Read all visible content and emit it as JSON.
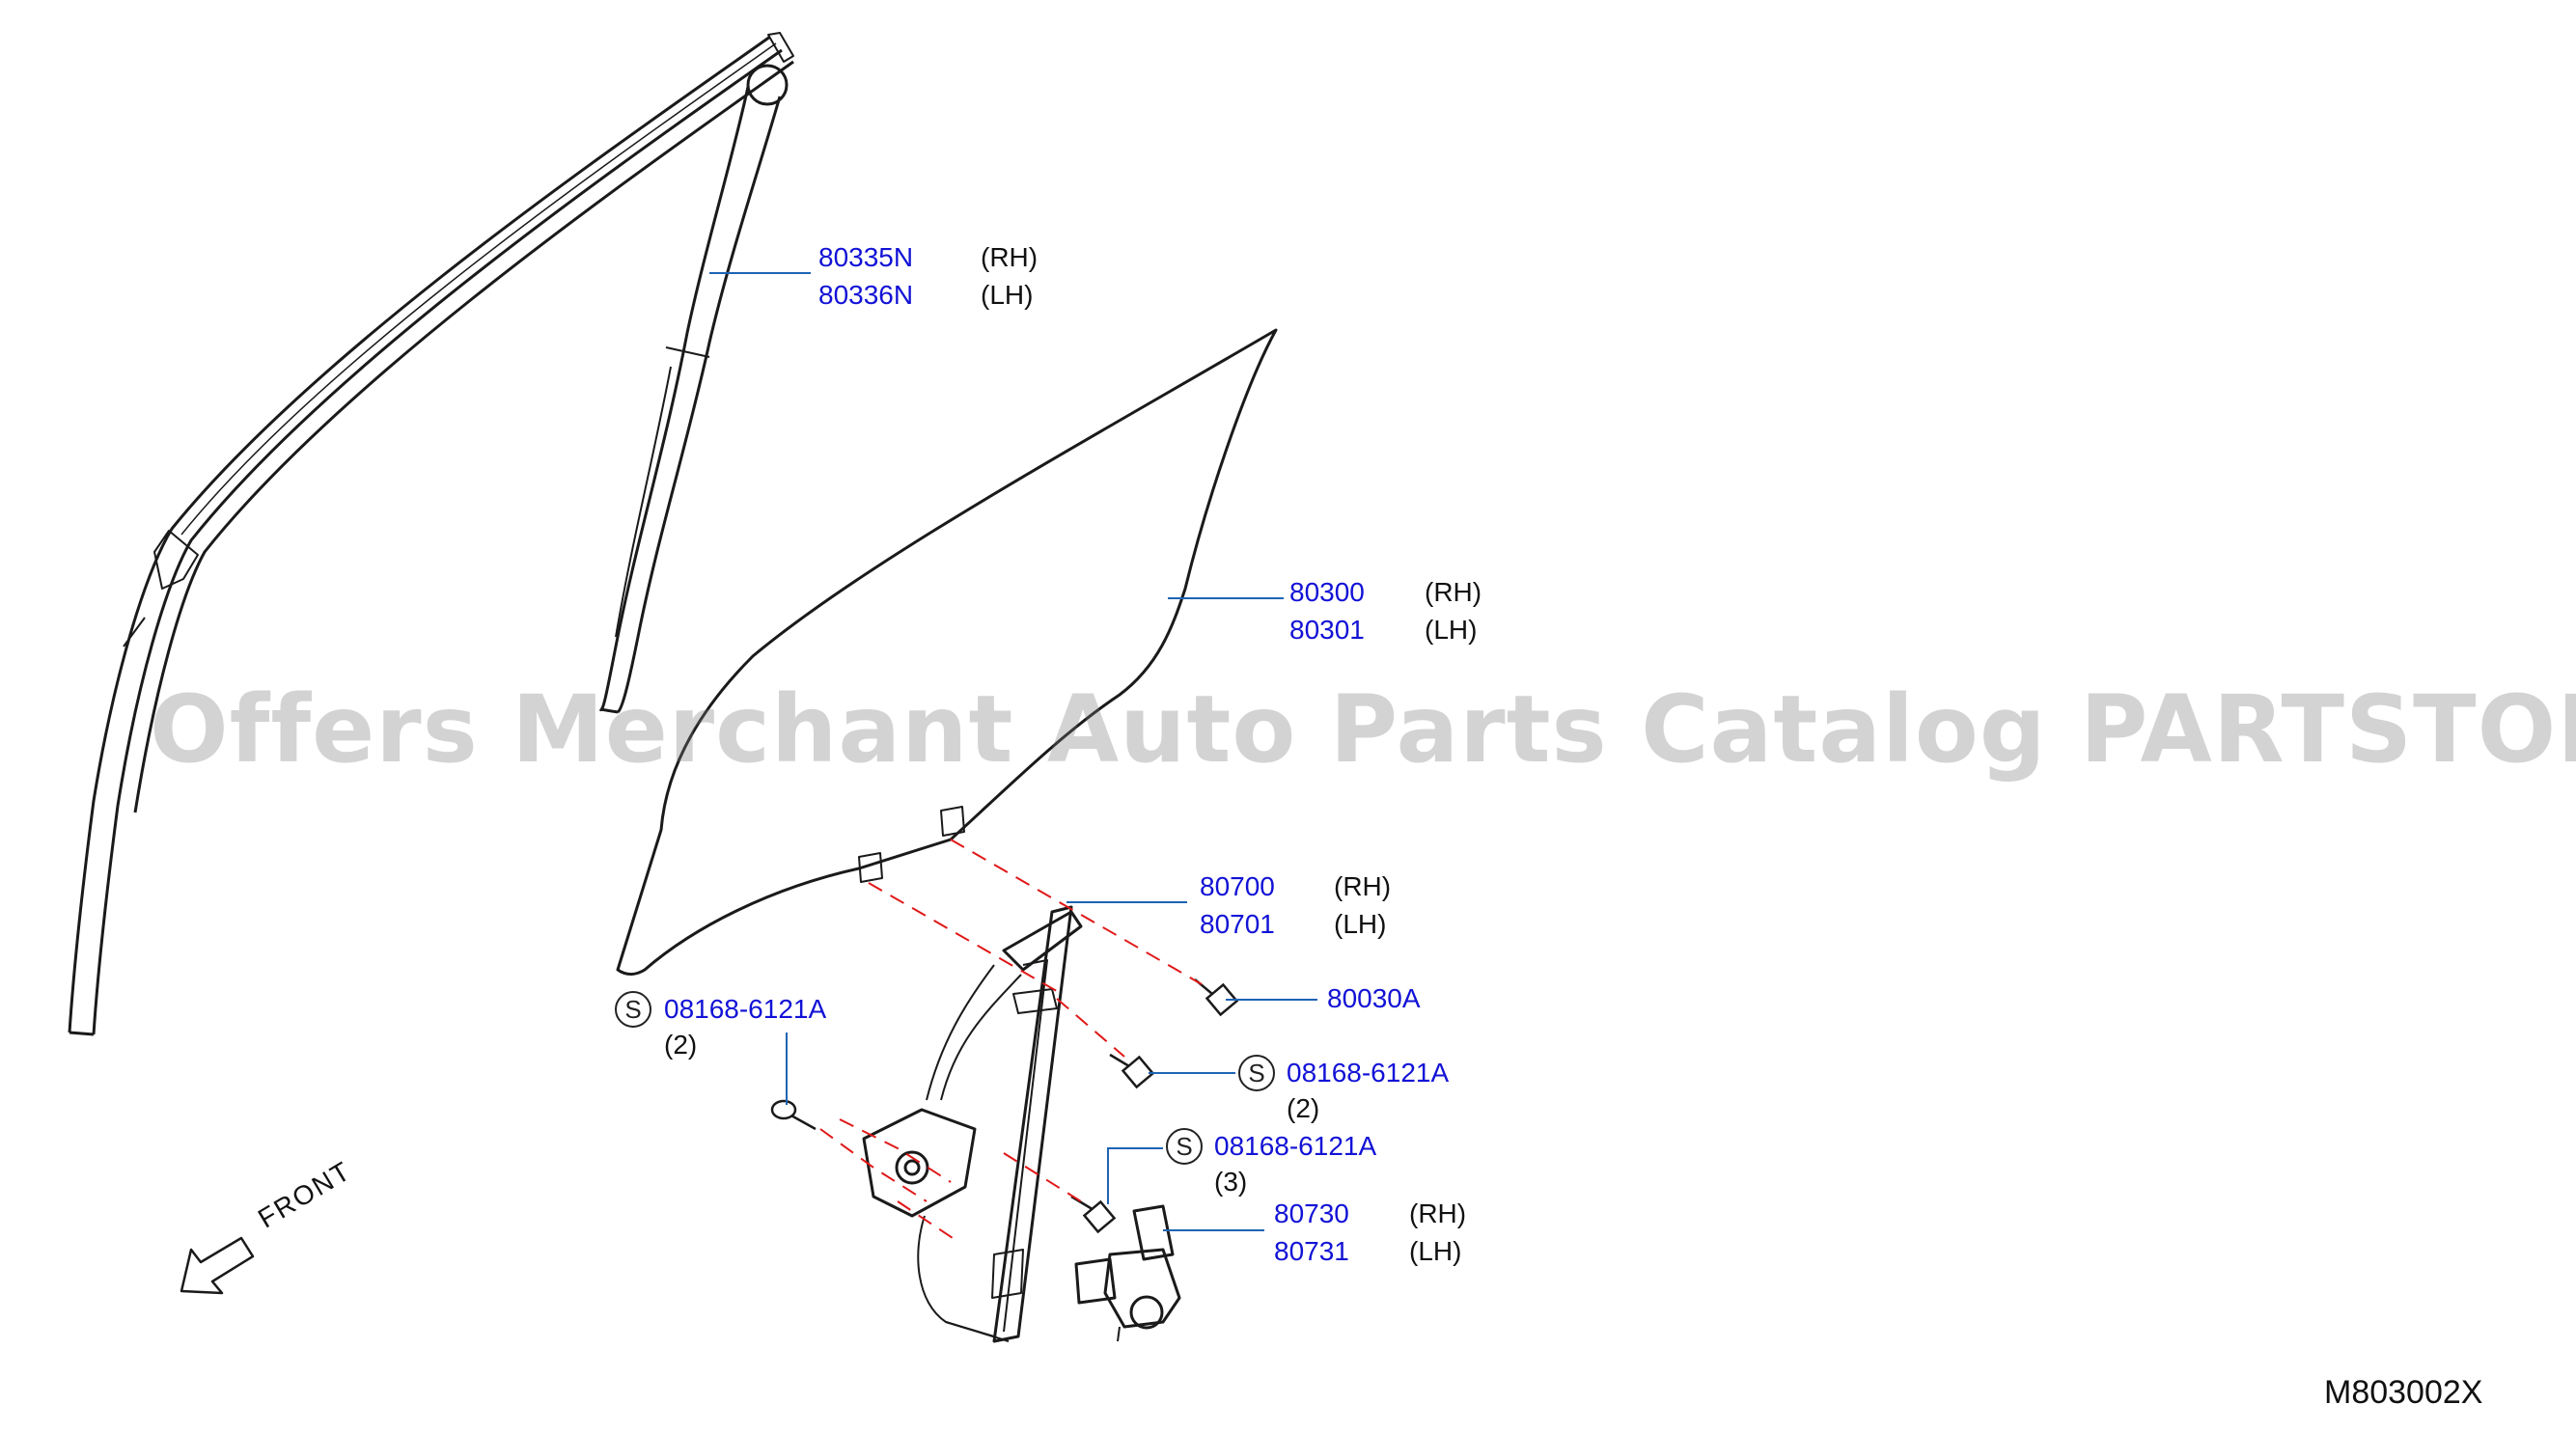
{
  "watermark": "Offers Merchant Auto Parts Catalog PARTSTORE.SA",
  "diagram_code": "M803002X",
  "direction_label": "FRONT",
  "callouts": [
    {
      "part": "80335N",
      "side": "(RH)"
    },
    {
      "part": "80336N",
      "side": "(LH)"
    },
    {
      "part": "80300",
      "side": "(RH)"
    },
    {
      "part": "80301",
      "side": "(LH)"
    },
    {
      "part": "80700",
      "side": "(RH)"
    },
    {
      "part": "80701",
      "side": "(LH)"
    },
    {
      "part": "80030A"
    },
    {
      "part": "80730",
      "side": "(RH)"
    },
    {
      "part": "80731",
      "side": "(LH)"
    }
  ],
  "standard_parts": [
    {
      "badge": "S",
      "part": "08168-6121A",
      "qty": "(2)"
    },
    {
      "badge": "S",
      "part": "08168-6121A",
      "qty": "(2)"
    },
    {
      "badge": "S",
      "part": "08168-6121A",
      "qty": "(3)"
    }
  ],
  "colors": {
    "part_number": "#1212d6",
    "text": "#111111",
    "line": "#1a1a1a",
    "leader": "#1e64b4",
    "dash": "#e01818",
    "watermark": "#999999"
  }
}
